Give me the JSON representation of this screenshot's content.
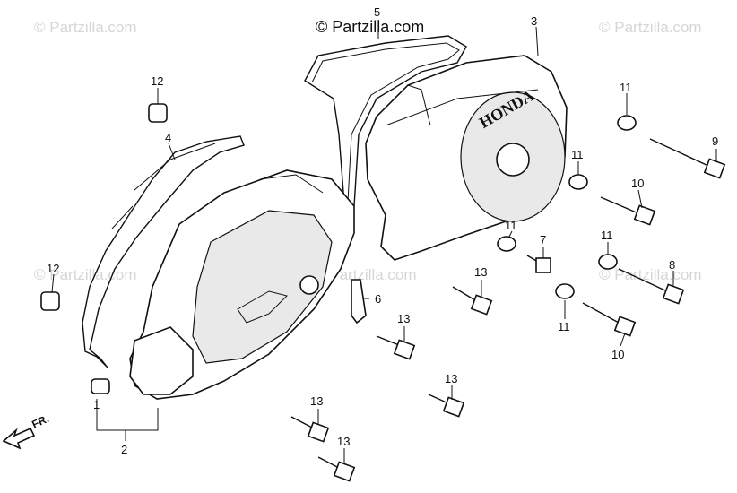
{
  "watermarks": {
    "top_center": "© Partzilla.com",
    "faint": [
      "© Partzilla.com",
      "© Partzilla.com",
      "© Partzilla.com",
      "© Partzilla.com",
      "© Partzilla.com"
    ]
  },
  "brand_mark": "HONDA",
  "front_indicator": "FR.",
  "callouts": [
    "12",
    "4",
    "12",
    "5",
    "3",
    "11",
    "9",
    "11",
    "10",
    "11",
    "7",
    "11",
    "8",
    "13",
    "6",
    "11",
    "10",
    "13",
    "13",
    "13",
    "13",
    "1",
    "2"
  ]
}
